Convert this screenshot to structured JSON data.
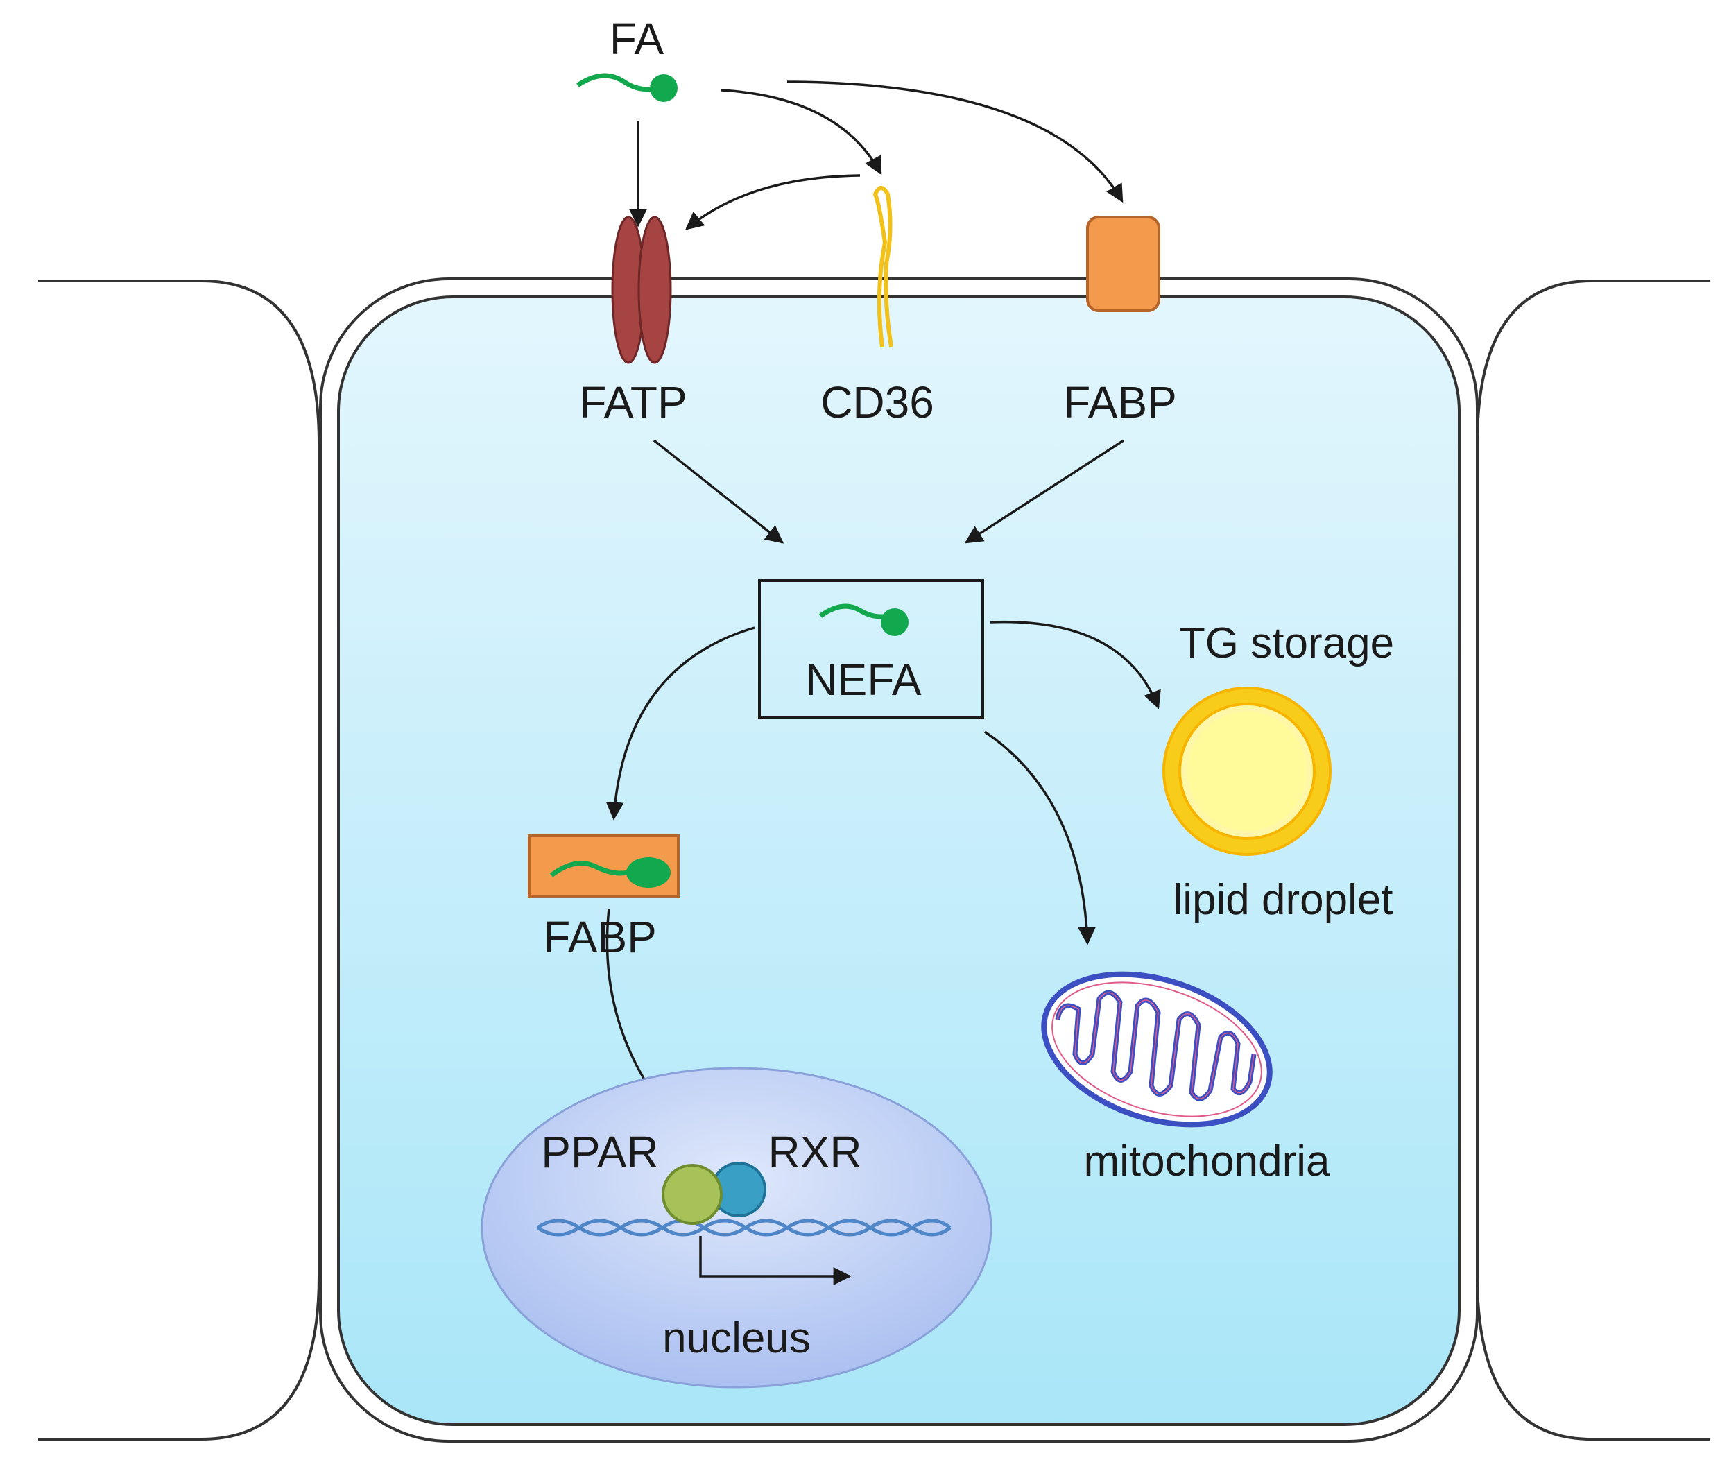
{
  "labels": {
    "fa": "FA",
    "fatp": "FATP",
    "cd36": "CD36",
    "fabp_membrane": "FABP",
    "nefa": "NEFA",
    "tg_storage": "TG storage",
    "lipid_droplet": "lipid droplet",
    "fabp_cytosol": "FABP",
    "mitochondria": "mitochondria",
    "ppar": "PPAR",
    "rxr": "RXR",
    "nucleus": "nucleus"
  },
  "colors": {
    "cell_fill_top": "#e3f6fd",
    "cell_fill_bottom": "#a9e6f8",
    "fatty_acid": "#12a84e",
    "fatp": "#a64444",
    "cd36": "#f2c21b",
    "fabp": "#f39a4c",
    "lipid_droplet_outer": "#f8cc1a",
    "lipid_droplet_inner": "#fffb9a",
    "nucleus_fill": "#b6c8f2",
    "ppar": "#a8c25a",
    "rxr": "#3a9fc4",
    "dna": "#4f86c8",
    "mitochondria": "#4a5ed0"
  }
}
